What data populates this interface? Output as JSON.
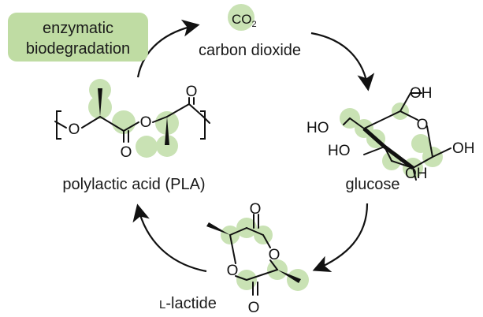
{
  "colors": {
    "highlight": "#c9e2b4",
    "badge": "#bfdca3",
    "bond": "#111111",
    "arrow": "#111111"
  },
  "badge": {
    "line1": "enzymatic",
    "line2": "biodegradation"
  },
  "co2": {
    "formula": "CO",
    "subscript": "2",
    "name": "carbon dioxide"
  },
  "pla": {
    "name": "polylactic acid (PLA)",
    "atoms": {
      "o_left": "O",
      "o_carbonyl_left": "O",
      "o_ester": "O",
      "o_carbonyl_right": "O"
    }
  },
  "glucose": {
    "name": "glucose",
    "atoms": {
      "oh_top": "OH",
      "o_ring": "O",
      "ho_left": "HO",
      "ho_lower": "HO",
      "oh_right": "OH",
      "oh_bottom": "OH"
    }
  },
  "lactide": {
    "prefix": "L",
    "name": "-lactide",
    "atoms": {
      "o_top": "O",
      "o_right": "O",
      "o_left": "O",
      "o_bottom": "O"
    }
  }
}
